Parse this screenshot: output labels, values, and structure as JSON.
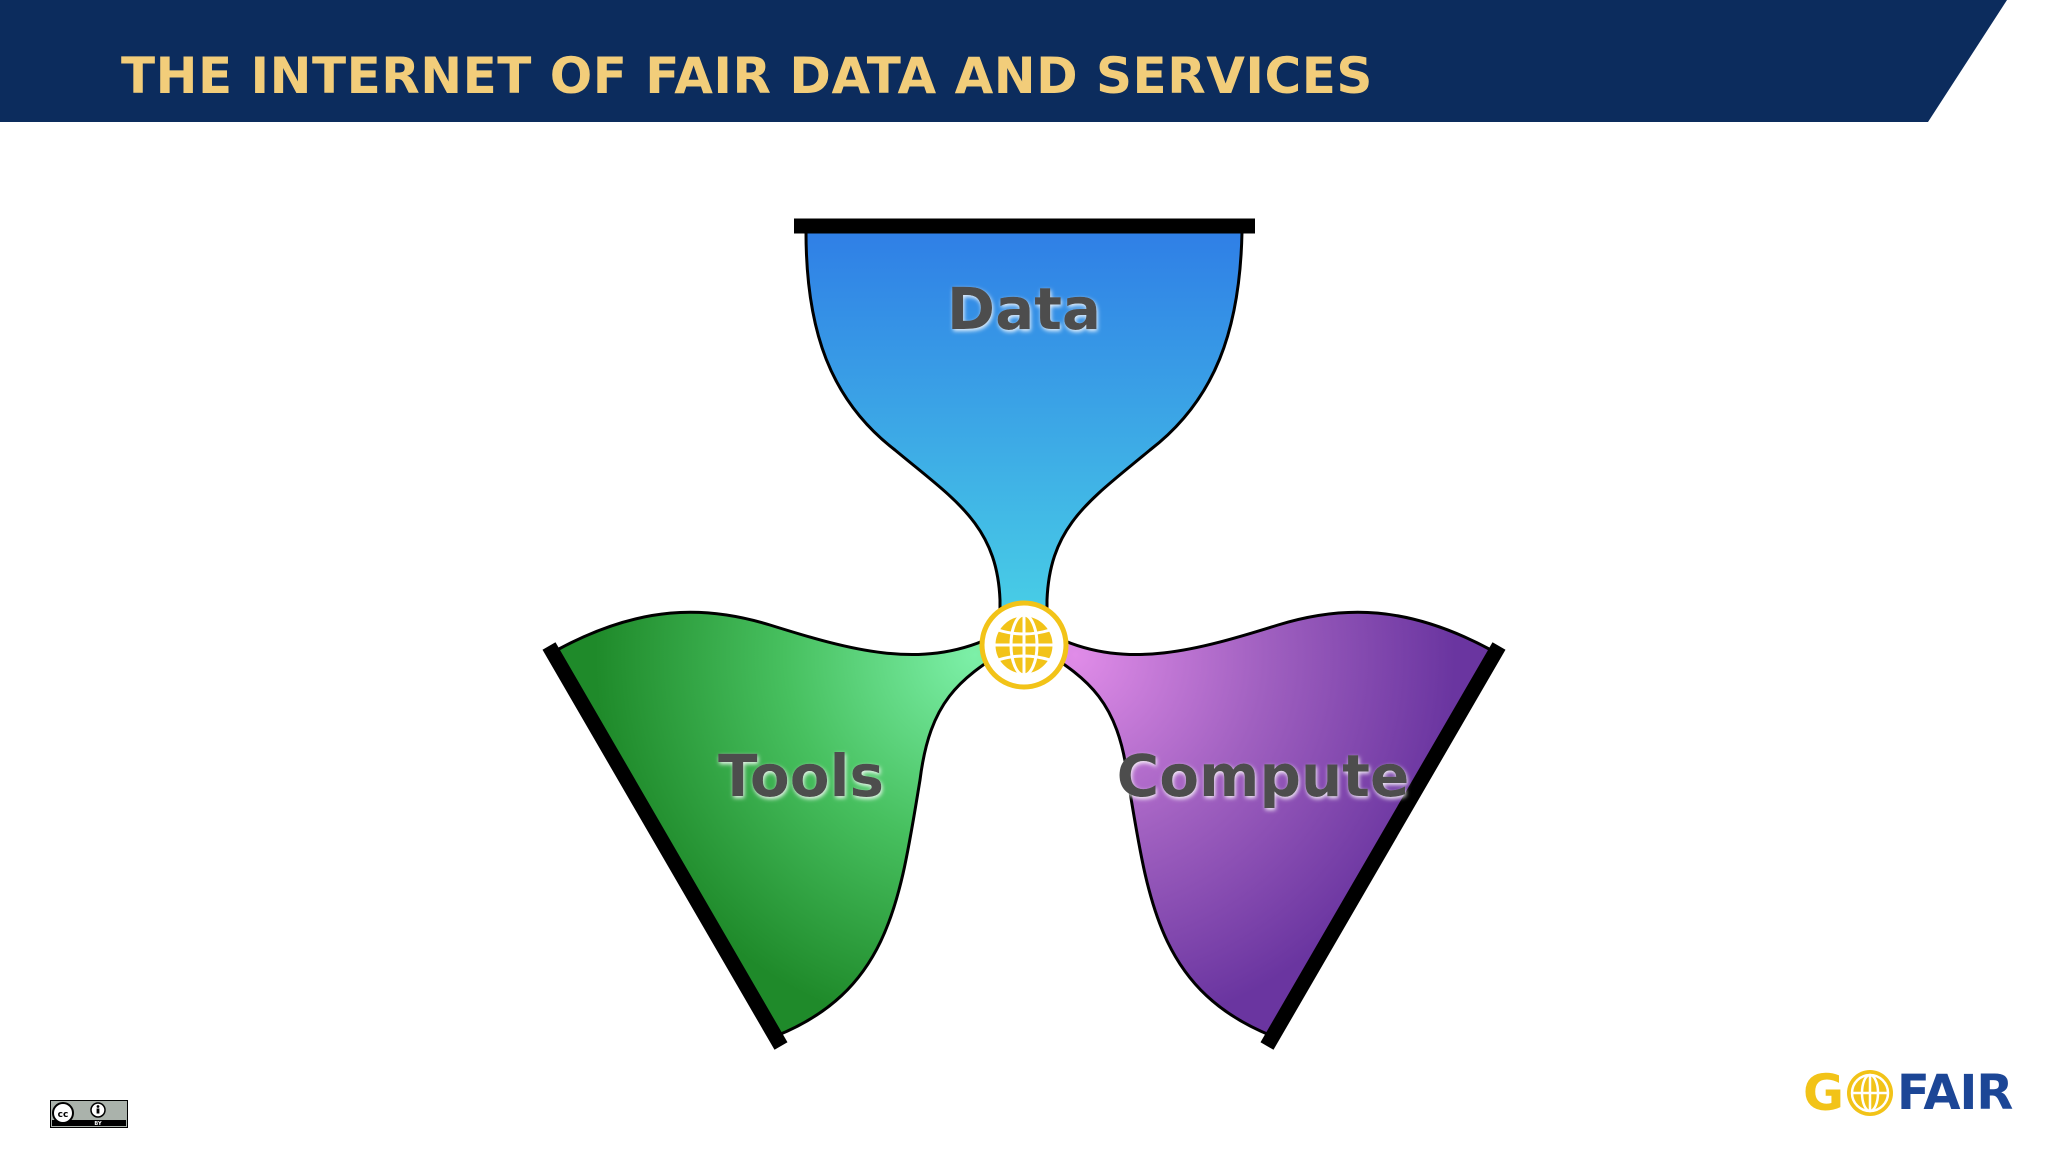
{
  "slide": {
    "title": "THE INTERNET OF FAIR DATA AND SERVICES"
  },
  "diagram": {
    "lobes": [
      {
        "id": "data",
        "label": "Data",
        "gradient": [
          "#2f7fe6",
          "#48cde6"
        ]
      },
      {
        "id": "tools",
        "label": "Tools",
        "gradient": [
          "#1f8a2a",
          "#7df0a8"
        ]
      },
      {
        "id": "compute",
        "label": "Compute",
        "gradient": [
          "#6a35a0",
          "#e08ce8"
        ]
      }
    ],
    "hub_icon": "globe-icon"
  },
  "footer": {
    "license_icon": "cc-by-icon",
    "license_text": "BY",
    "logo": {
      "go": "G",
      "fair": "FAIR"
    }
  },
  "colors": {
    "banner": "#0c2c5d",
    "title_text": "#f2cd7a",
    "accent_yellow": "#f2c318",
    "logo_blue": "#1c4696",
    "label_text": "#4d4d4d"
  }
}
